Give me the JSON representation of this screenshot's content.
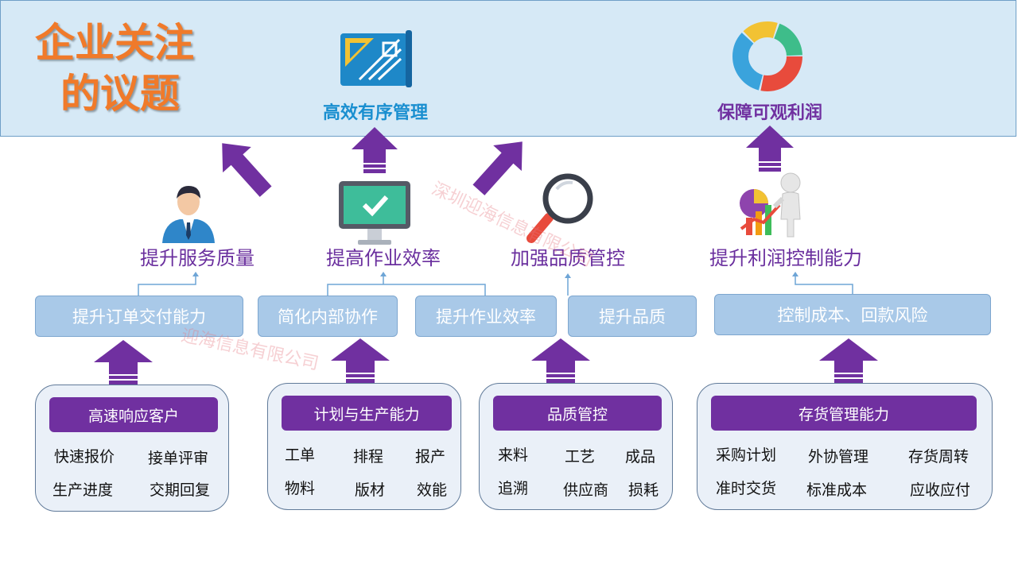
{
  "title": {
    "line1": "企业关注",
    "line2": "的议题"
  },
  "goals": [
    {
      "label": "高效有序管理",
      "color": "#1a8fd0",
      "icon": "blueprint-ruler-icon"
    },
    {
      "label": "保障可观利润",
      "color": "#7030a0",
      "icon": "donut-chart-icon"
    }
  ],
  "mid_labels": [
    {
      "label": "提升服务质量",
      "icon": "businessman-icon"
    },
    {
      "label": "提高作业效率",
      "icon": "monitor-check-icon"
    },
    {
      "label": "加强品质管控",
      "icon": "magnifier-icon"
    },
    {
      "label": "提升利润控制能力",
      "icon": "person-with-chart-icon"
    }
  ],
  "sub_boxes": [
    "提升订单交付能力",
    "简化内部协作",
    "提升作业效率",
    "提升品质",
    "控制成本、回款风险"
  ],
  "cards": [
    {
      "title": "高速响应客户",
      "items": [
        "快速报价",
        "接单评审",
        "生产进度",
        "交期回复"
      ]
    },
    {
      "title": "计划与生产能力",
      "items": [
        "工单",
        "排程",
        "报产",
        "物料",
        "版材",
        "效能"
      ]
    },
    {
      "title": "品质管控",
      "items": [
        "来料",
        "工艺",
        "成品",
        "追溯",
        "供应商",
        "损耗"
      ]
    },
    {
      "title": "存货管理能力",
      "items": [
        "采购计划",
        "外协管理",
        "存货周转",
        "准时交货",
        "标准成本",
        "应收应付"
      ]
    }
  ],
  "watermark": {
    "text1": "深圳迎海信息有限公司",
    "text2": "迎海信息有限公司"
  },
  "colors": {
    "arrow": "#7030a0",
    "band": "#d6e9f6",
    "sub_box": "#a9c9e8",
    "title": "#f07a2a"
  }
}
